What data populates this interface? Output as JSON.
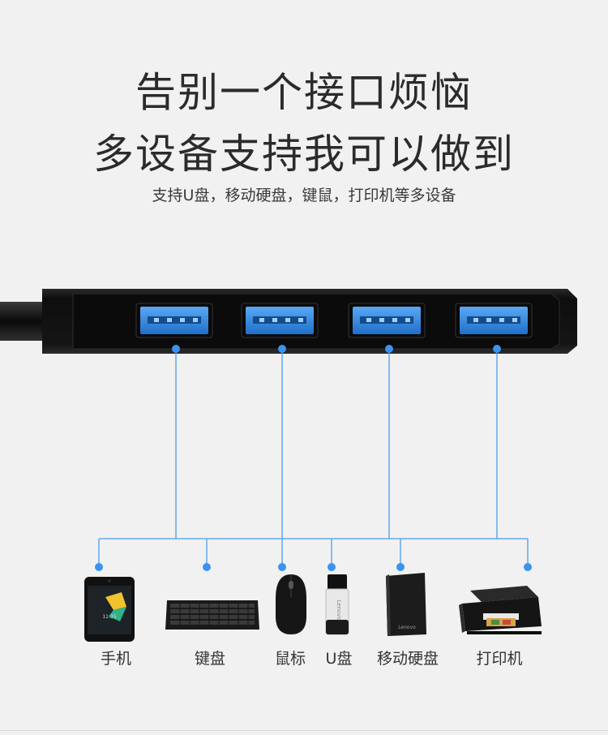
{
  "headline": {
    "line1": "告别一个接口烦恼",
    "line2": "多设备支持我可以做到"
  },
  "subtitle": "支持U盘，移动硬盘，键鼠，打印机等多设备",
  "hub": {
    "port_count": 4,
    "port_color": "#3a8ee6",
    "body_color": "#121212"
  },
  "connector_color": "#4a9df0",
  "devices": [
    {
      "label": "手机",
      "icon": "smartphone-icon"
    },
    {
      "label": "键盘",
      "icon": "keyboard-icon"
    },
    {
      "label": "鼠标",
      "icon": "mouse-icon"
    },
    {
      "label": "U盘",
      "icon": "usb-flash-drive-icon"
    },
    {
      "label": "移动硬盘",
      "icon": "external-hard-drive-icon",
      "brand": "Lenovo"
    },
    {
      "label": "打印机",
      "icon": "printer-icon"
    }
  ]
}
